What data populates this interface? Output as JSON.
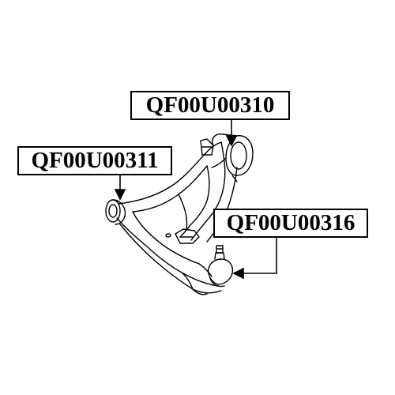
{
  "labels": {
    "bushing_rear": {
      "part_number": "QF00U00310"
    },
    "bushing_front": {
      "part_number": "QF00U00311"
    },
    "ball_joint": {
      "part_number": "QF00U00316"
    }
  },
  "colors": {
    "line": "#000000",
    "background": "#ffffff"
  }
}
